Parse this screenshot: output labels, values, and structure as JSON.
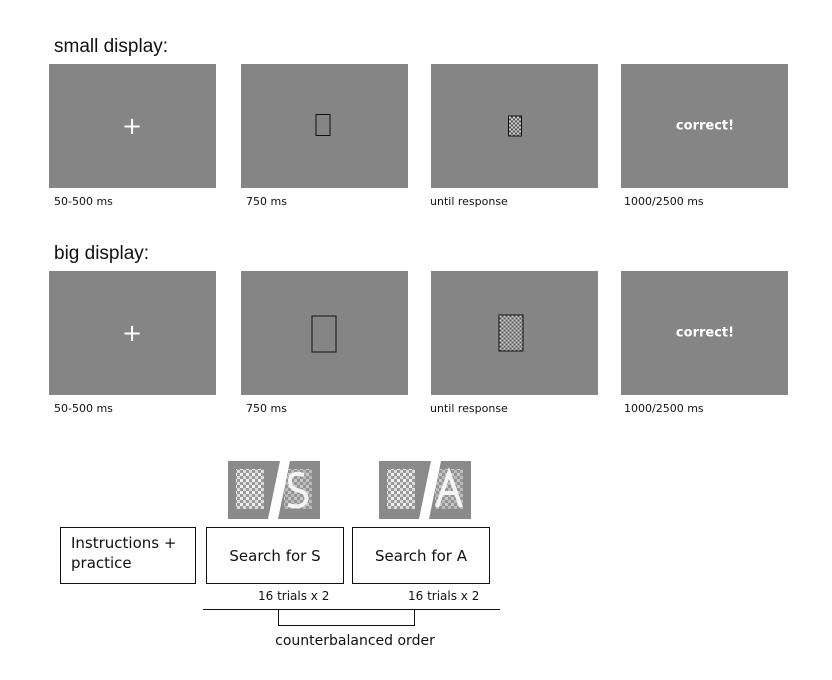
{
  "rows": [
    {
      "title": "small display:",
      "size": "small",
      "panels": [
        {
          "type": "fixation",
          "symbol": "+",
          "timing": "50-500 ms"
        },
        {
          "type": "frame",
          "timing": "750 ms"
        },
        {
          "type": "noise",
          "timing": "until response"
        },
        {
          "type": "feedback",
          "text": "correct!",
          "timing": "1000/2500 ms"
        }
      ]
    },
    {
      "title": "big display:",
      "size": "big",
      "panels": [
        {
          "type": "fixation",
          "symbol": "+",
          "timing": "50-500 ms"
        },
        {
          "type": "frame",
          "timing": "750 ms"
        },
        {
          "type": "noise",
          "timing": "until response"
        },
        {
          "type": "feedback",
          "text": "correct!",
          "timing": "1000/2500 ms"
        }
      ]
    }
  ],
  "procedure": {
    "instructions": "Instructions + practice",
    "blocks": [
      {
        "label": "Search for S",
        "trials": "16 trials x 2",
        "target_letter": "S"
      },
      {
        "label": "Search for A",
        "trials": "16 trials x 2",
        "target_letter": "A"
      }
    ],
    "order_caption": "counterbalanced order"
  }
}
